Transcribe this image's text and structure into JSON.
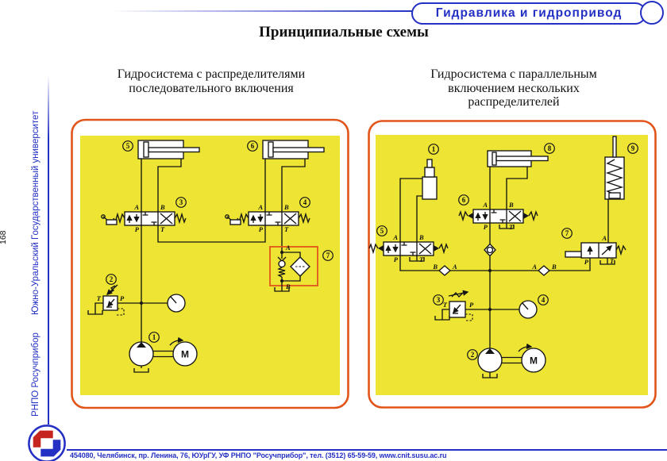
{
  "header": {
    "tab_label": "Гидравлика и гидропривод"
  },
  "page": {
    "title": "Принципиальные схемы",
    "number": "168"
  },
  "sidebar": {
    "university": "Южно-Уральский Государственный университет",
    "organization": "РНПО Росучприбор"
  },
  "footer": {
    "address": "454080, Челябинск, пр. Ленина, 76, ЮУрГУ, УФ РНПО \"Росучприбор\", тел. (3512) 65-59-59, www.cnit.susu.ac.ru"
  },
  "diagrams": {
    "left": {
      "title_line1": "Гидросистема с распределителями",
      "title_line2": "последовательного включения"
    },
    "right": {
      "title_line1": "Гидросистема с параллельным",
      "title_line2": "включением нескольких",
      "title_line3": "распределителей"
    }
  },
  "schematic": {
    "ports": {
      "a": "A",
      "b": "B",
      "p": "P",
      "t": "T"
    },
    "motor": "M",
    "numbers": {
      "n1": "1",
      "n2": "2",
      "n3": "3",
      "n4": "4",
      "n5": "5",
      "n6": "6",
      "n7": "7",
      "n8": "8",
      "n9": "9"
    }
  },
  "colors": {
    "accent_orange": "#E2551A",
    "highlight_yellow": "#EDE433",
    "brand_blue": "#2430C4",
    "logo_red": "#C6251F",
    "line_black": "#151515"
  }
}
